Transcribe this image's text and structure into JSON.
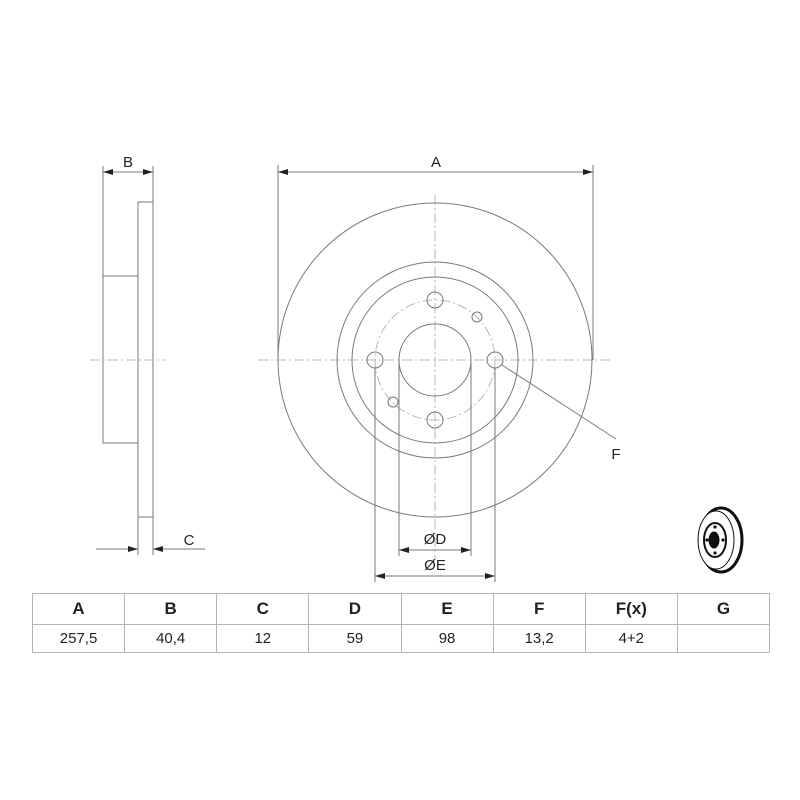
{
  "drawing": {
    "side_view": {
      "dim_B_label": "B",
      "dim_C_label": "C"
    },
    "front_view": {
      "dim_A_label": "A",
      "dim_D_label": "ØD",
      "dim_E_label": "ØE",
      "callout_F_label": "F"
    }
  },
  "spec_table": {
    "headers": [
      "A",
      "B",
      "C",
      "D",
      "E",
      "F",
      "F(x)",
      "G"
    ],
    "values": [
      "257,5",
      "40,4",
      "12",
      "59",
      "98",
      "13,2",
      "4+2",
      ""
    ]
  },
  "thumbnail": {
    "icon": "brake-disc-icon"
  },
  "colors": {
    "line": "#7a7a7a",
    "centerline": "#b8b8b8",
    "text": "#222222",
    "table_border": "#b5b5b5"
  }
}
